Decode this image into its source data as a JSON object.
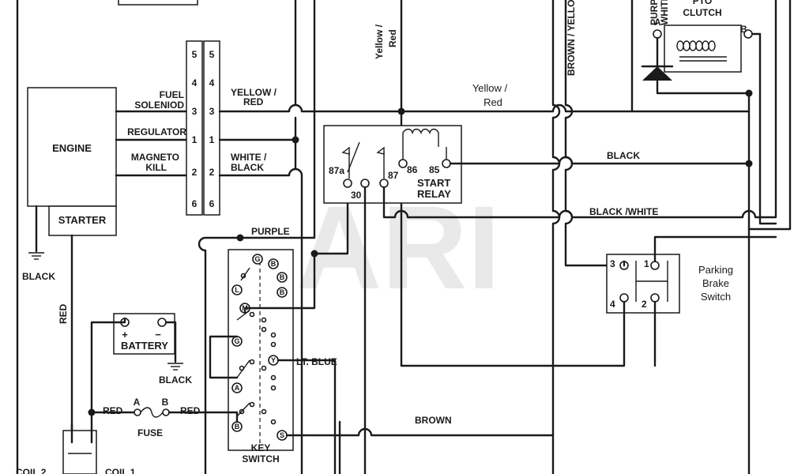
{
  "watermark": "ARI",
  "components": {
    "engine": "ENGINE",
    "starter": "STARTER",
    "battery": "BATTERY",
    "fuse": "FUSE",
    "key_switch": [
      "KEY",
      "SWITCH"
    ],
    "start_relay": [
      "START",
      "RELAY"
    ],
    "pto_clutch": [
      "PTO",
      "CLUTCH"
    ],
    "parking_brake_switch": [
      "Parking",
      "Brake",
      "Switch"
    ],
    "coil_2": "COIL 2",
    "coil_1": "COIL 1"
  },
  "engine_terminals": [
    {
      "lines": [
        "FUEL",
        "SOLENIOD"
      ]
    },
    {
      "lines": [
        "REGULATOR"
      ]
    },
    {
      "lines": [
        "MAGNETO",
        "KILL"
      ]
    }
  ],
  "connector_pins": [
    "5",
    "4",
    "3",
    "1",
    "2",
    "6"
  ],
  "wires": {
    "yellow_red_left": [
      "YELLOW /",
      "RED"
    ],
    "white_black": [
      "WHITE /",
      "BLACK"
    ],
    "purple": "PURPLE",
    "yellow_red_top": [
      "Yellow /",
      "Red"
    ],
    "yellow_red_mid": [
      "Yellow /",
      "Red"
    ],
    "brown_yellow": "BROWN / YELLOW",
    "purple_white": [
      "PURPLE /",
      "WHITE"
    ],
    "black_relay": "BLACK",
    "black_white": "BLACK /WHITE",
    "lt_blue": "LT. BLUE",
    "brown": "BROWN",
    "black_ground": "BLACK",
    "black_battery": "BLACK",
    "red_vertical": "RED",
    "red_left": "RED",
    "red_right": "RED"
  },
  "relay_terminals": [
    "87a",
    "30",
    "87",
    "86",
    "85"
  ],
  "pto_terminals": [
    "A",
    "B"
  ],
  "fuse_terminals": [
    "A",
    "B"
  ],
  "battery_polarity": [
    "+",
    "−"
  ],
  "brake_terminals": [
    "3",
    "1",
    "4",
    "2"
  ],
  "key_positions": [
    "G",
    "B",
    "B",
    "L",
    "B",
    "M",
    "G",
    "Y",
    "A",
    "B",
    "S"
  ]
}
